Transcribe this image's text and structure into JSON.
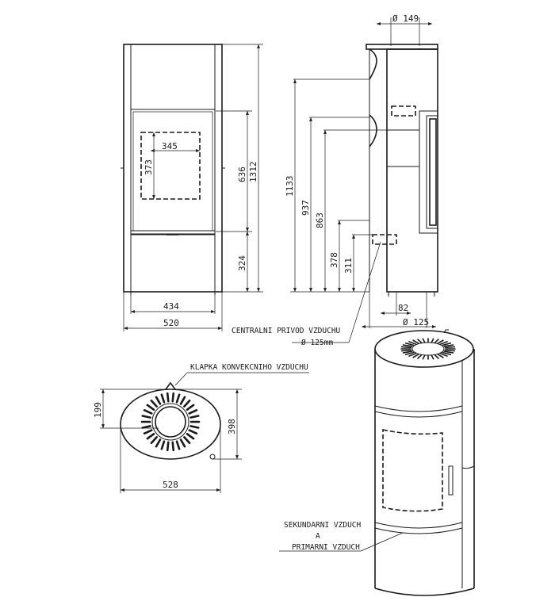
{
  "front_view": {
    "inner_w": "345",
    "inner_h": "373",
    "h_door": "636",
    "h_total": "1312",
    "h_bottom": "324",
    "w_base": "434",
    "w_total": "520"
  },
  "side_view": {
    "flue_d": "Ø 149",
    "h_1133": "1133",
    "h_937": "937",
    "h_863": "863",
    "h_378": "378",
    "h_311": "311",
    "w_82": "82",
    "d_125": "Ø 125",
    "central_air_label": "CENTRALNI PRIVOD VZDUCHU",
    "central_air_d": "Ø 125mm"
  },
  "top_view": {
    "flap_label": "KLAPKA KONVEKCNIHO VZDUCHU",
    "d_199": "199",
    "d_398": "398",
    "d_528": "528"
  },
  "iso_view": {
    "sec_air_1": "SEKUNDARNI VZDUCH",
    "sec_air_2": "A",
    "sec_air_3": "PRIMARNI VZDUCH"
  }
}
